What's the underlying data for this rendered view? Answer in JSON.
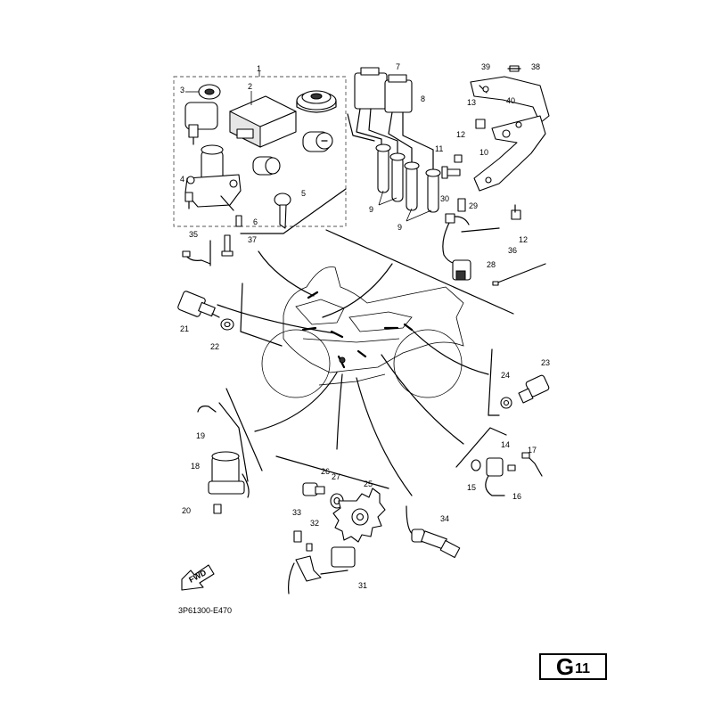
{
  "page": {
    "letter": "G",
    "number": "11"
  },
  "drawing_code": "3P61300-E470",
  "fwd_label": "FWD",
  "callouts": [
    {
      "id": "c1",
      "text": "1"
    },
    {
      "id": "c2",
      "text": "2"
    },
    {
      "id": "c3",
      "text": "3"
    },
    {
      "id": "c4",
      "text": "4"
    },
    {
      "id": "c5",
      "text": "5"
    },
    {
      "id": "c6",
      "text": "6"
    },
    {
      "id": "c7",
      "text": "7"
    },
    {
      "id": "c8",
      "text": "8"
    },
    {
      "id": "c9a",
      "text": "9"
    },
    {
      "id": "c9b",
      "text": "9"
    },
    {
      "id": "c10",
      "text": "10"
    },
    {
      "id": "c11",
      "text": "11"
    },
    {
      "id": "c12a",
      "text": "12"
    },
    {
      "id": "c12b",
      "text": "12"
    },
    {
      "id": "c13",
      "text": "13"
    },
    {
      "id": "c14",
      "text": "14"
    },
    {
      "id": "c15",
      "text": "15"
    },
    {
      "id": "c16",
      "text": "16"
    },
    {
      "id": "c17",
      "text": "17"
    },
    {
      "id": "c18",
      "text": "18"
    },
    {
      "id": "c19",
      "text": "19"
    },
    {
      "id": "c20",
      "text": "20"
    },
    {
      "id": "c21",
      "text": "21"
    },
    {
      "id": "c22",
      "text": "22"
    },
    {
      "id": "c23",
      "text": "23"
    },
    {
      "id": "c24",
      "text": "24"
    },
    {
      "id": "c25",
      "text": "25"
    },
    {
      "id": "c26",
      "text": "26"
    },
    {
      "id": "c27",
      "text": "27"
    },
    {
      "id": "c28",
      "text": "28"
    },
    {
      "id": "c29",
      "text": "29"
    },
    {
      "id": "c30",
      "text": "30"
    },
    {
      "id": "c31",
      "text": "31"
    },
    {
      "id": "c32",
      "text": "32"
    },
    {
      "id": "c33",
      "text": "33"
    },
    {
      "id": "c34",
      "text": "34"
    },
    {
      "id": "c35",
      "text": "35"
    },
    {
      "id": "c36",
      "text": "36"
    },
    {
      "id": "c37",
      "text": "37"
    },
    {
      "id": "c38",
      "text": "38"
    },
    {
      "id": "c39",
      "text": "39"
    },
    {
      "id": "c40",
      "text": "40"
    }
  ]
}
